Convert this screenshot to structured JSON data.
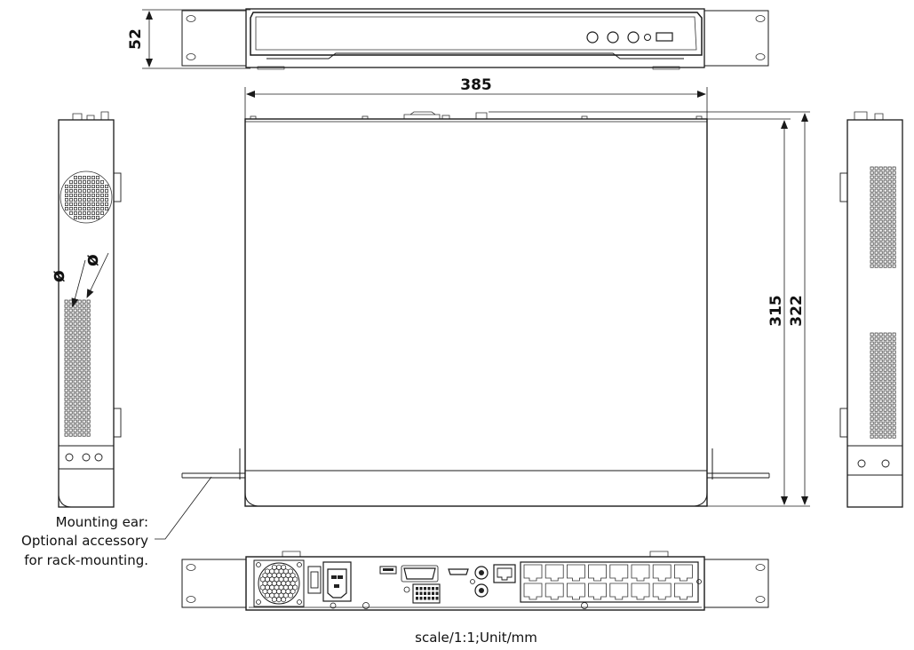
{
  "dimensions": {
    "height": "52",
    "width": "385",
    "depth_inner": "315",
    "depth_outer": "322"
  },
  "symbols": {
    "diameter_1": "ø",
    "diameter_2": "ø"
  },
  "callout": {
    "line1": "Mounting ear:",
    "line2": "Optional accessory",
    "line3": "for rack-mounting."
  },
  "scale_note": "scale/1:1;Unit/mm"
}
